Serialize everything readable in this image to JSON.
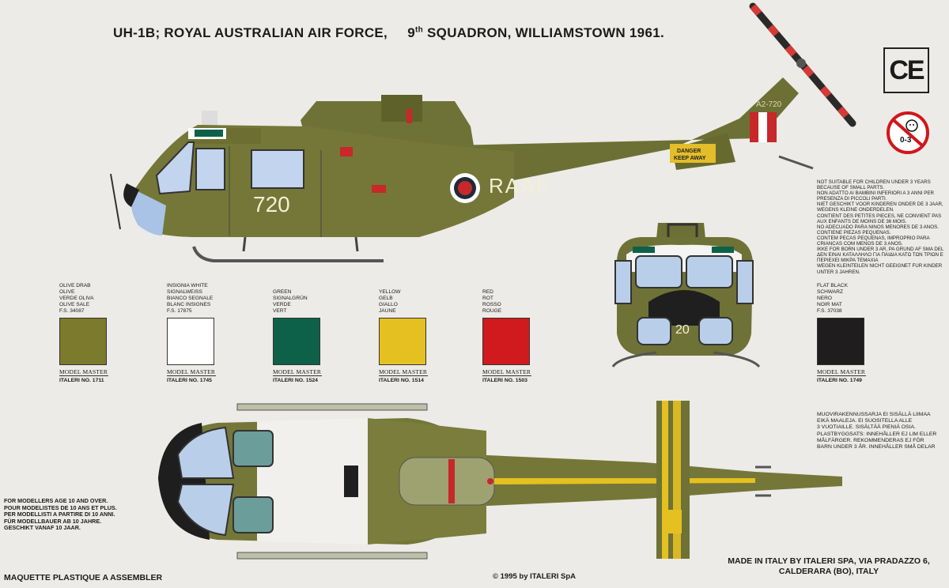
{
  "title": {
    "main": "UH-1B; ROYAL AUSTRALIAN AIR FORCE,",
    "squadron_num": "9",
    "squadron_sup": "th",
    "squadron_rest": "SQUADRON, WILLIAMSTOWN 1961."
  },
  "ce_mark": "CE",
  "age_badge": "0-3",
  "aircraft": {
    "side_number": "720",
    "side_roundel_text": "RAAF",
    "tail_serial": "A2-720",
    "danger_line1": "DANGER",
    "danger_line2": "KEEP AWAY",
    "front_number": "20"
  },
  "warning_lines": [
    "NOT SUITABLE FOR CHILDREN UNDER 3 YEARS",
    "BECAUSE OF SMALL PARTS.",
    "NON ADATTO AI BAMBINI INFERIORI A 3 ANNI PER",
    "PRESENZA DI PICCOLI PARTI.",
    "NIET GESCHIKT VOOR KINDEREN ONDER DE 3 JAAR,",
    "WEGENS KLEINE ONDERDELEN.",
    "CONTIENT DES PETITES PIECES, NE CONVIENT PAS",
    "AUX ENFANTS DE MOINS DE 36 MOIS.",
    "NO ADECUADO PARA NINOS MENORES DE 3 ANOS.",
    "CONTIENE PIEZAS PEQUENAS.",
    "CONTEM PECAS PEQUENAS, IMPROPRIO PARA",
    "CRIANCAS COM MENOS DE 3 ANOS.",
    "IKKE FOR BORN UNDER 3 AR, PA GRUND AF SMA DELE.",
    "ΔΕΝ ΕΙΝΑΙ ΚΑΤΑΛΛΗΛΟ ΓΙΑ ΠΑΙΔΙΑ ΚΑΤΩ ΤΩΝ ΤΡΙΩΝ ΕΤΩΝ",
    "ΠΕΡΙΕΧΕΙ ΜΙΚΡΑ ΤΕΜΑΧΙΑ",
    "WEGEN KLEINTEILEN NICHT GEEIGNET FÜR KINDER",
    "UNTER 3 JAHREN."
  ],
  "warning2_lines": [
    "MUOVIRAKENNUSSARJA EI SISÄLLÄ LIIMAA",
    "EIKÄ MAALEJA. EI SUOSITELLA ALLE",
    "3 VUOTIAILLE. SISÄLTÄÄ PIENIÄ OSIA.",
    "PLASTBYGGSATS: INNEHÅLLER EJ LIM ELLER",
    "MÅLFÄRGER. REKOMMENDERAS EJ FÖR",
    "BARN UNDER 3 ÅR. INNEHÅLLER SMÅ DELAR"
  ],
  "brand": "MODEL MASTER",
  "swatches": [
    {
      "names": [
        "OLIVE DRAB",
        "OLIVE",
        "VERDE OLIVA",
        "OLIVE SALE",
        "F.S. 34087"
      ],
      "color": "#7c7a2c",
      "code": "ITALERI NO. 1711"
    },
    {
      "names": [
        "INSIGNIA WHITE",
        "SIGNALWEISS",
        "BIANCO SEGNALE",
        "BLANC INSIGNES",
        "F.S. 17875"
      ],
      "color": "#ffffff",
      "code": "ITALERI NO. 1745"
    },
    {
      "names": [
        "GREEN",
        "SIGNALGRÜN",
        "VERDE",
        "VERT"
      ],
      "color": "#0e6149",
      "code": "ITALERI NO. 1524"
    },
    {
      "names": [
        "YELLOW",
        "GELB",
        "GIALLO",
        "JAUNE"
      ],
      "color": "#e5c021",
      "code": "ITALERI NO. 1514"
    },
    {
      "names": [
        "RED",
        "ROT",
        "ROSSO",
        "ROUGE"
      ],
      "color": "#d01a1d",
      "code": "ITALERI NO. 1503"
    },
    {
      "names": [
        "FLAT BLACK",
        "SCHWARZ",
        "NERO",
        "NOIR MAT",
        "F.S. 37038"
      ],
      "color": "#1f1d1d",
      "code": "ITALERI NO. 1749"
    }
  ],
  "age_lines": [
    "FOR MODELLERS AGE 10 AND OVER.",
    "POUR MODELISTES DE 10 ANS ET PLUS.",
    "PER MODELLISTI A PARTIRE DI 10 ANNI.",
    "FÜR MODELLBAUER AB 10 JAHRE.",
    "GESCHIKT VANAF 10 JAAR."
  ],
  "footer": {
    "left": "MAQUETTE PLASTIQUE A  ASSEMBLER",
    "copyright": "© 1995 by ITALERI SpA",
    "made_line1": "MADE IN ITALY BY ITALERI SPA, VIA PRADAZZO 6,",
    "made_line2": "CALDERARA (BO), ITALY"
  },
  "colors": {
    "olive": "#6e7134",
    "olive_dark": "#4f5222",
    "glass": "#b9cfe9",
    "red": "#c7282a",
    "yellow": "#e5c021",
    "green": "#0e6149"
  }
}
